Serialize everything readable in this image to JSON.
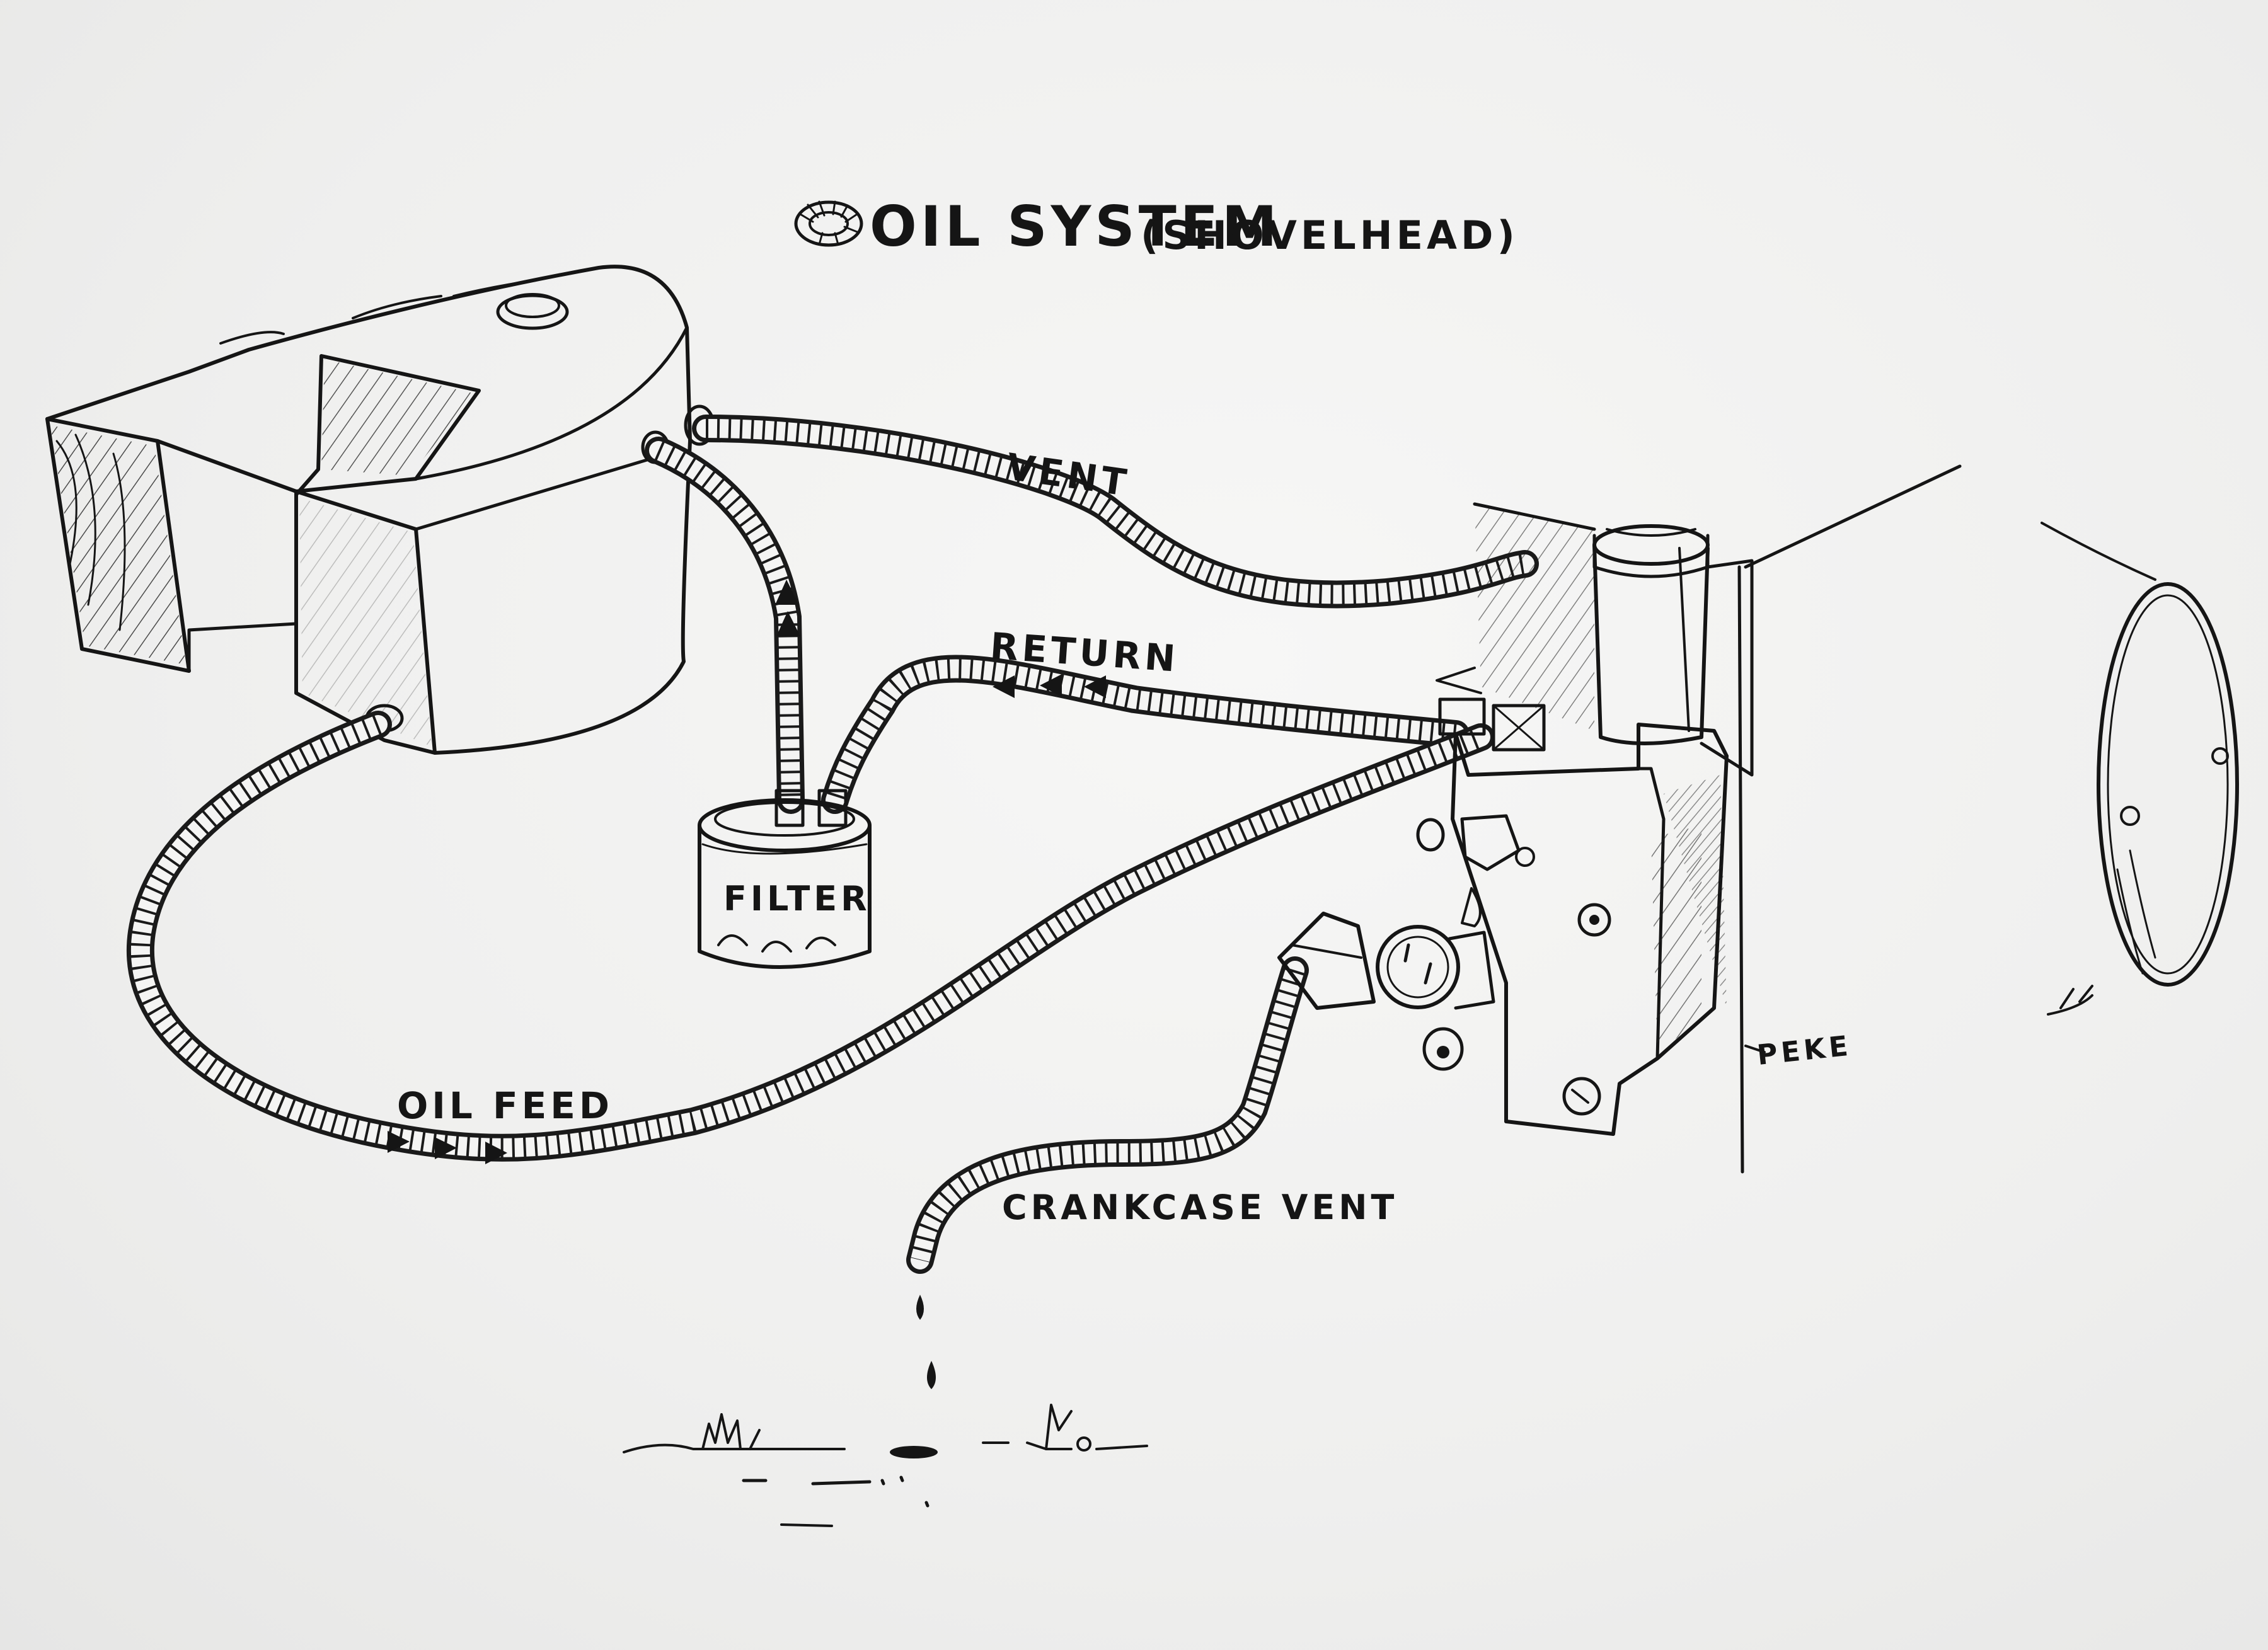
{
  "title": {
    "main": "OIL SYSTEM",
    "sub": "(SHOVELHEAD)"
  },
  "labels": {
    "vent": "VENT",
    "return": "RETURN",
    "filter": "FILTER",
    "oil_feed": "OIL FEED",
    "crankcase_vent": "CRANKCASE VENT",
    "peke": "PEKE"
  },
  "colors": {
    "ink": "#151515",
    "paper": "#f2f2f1"
  }
}
